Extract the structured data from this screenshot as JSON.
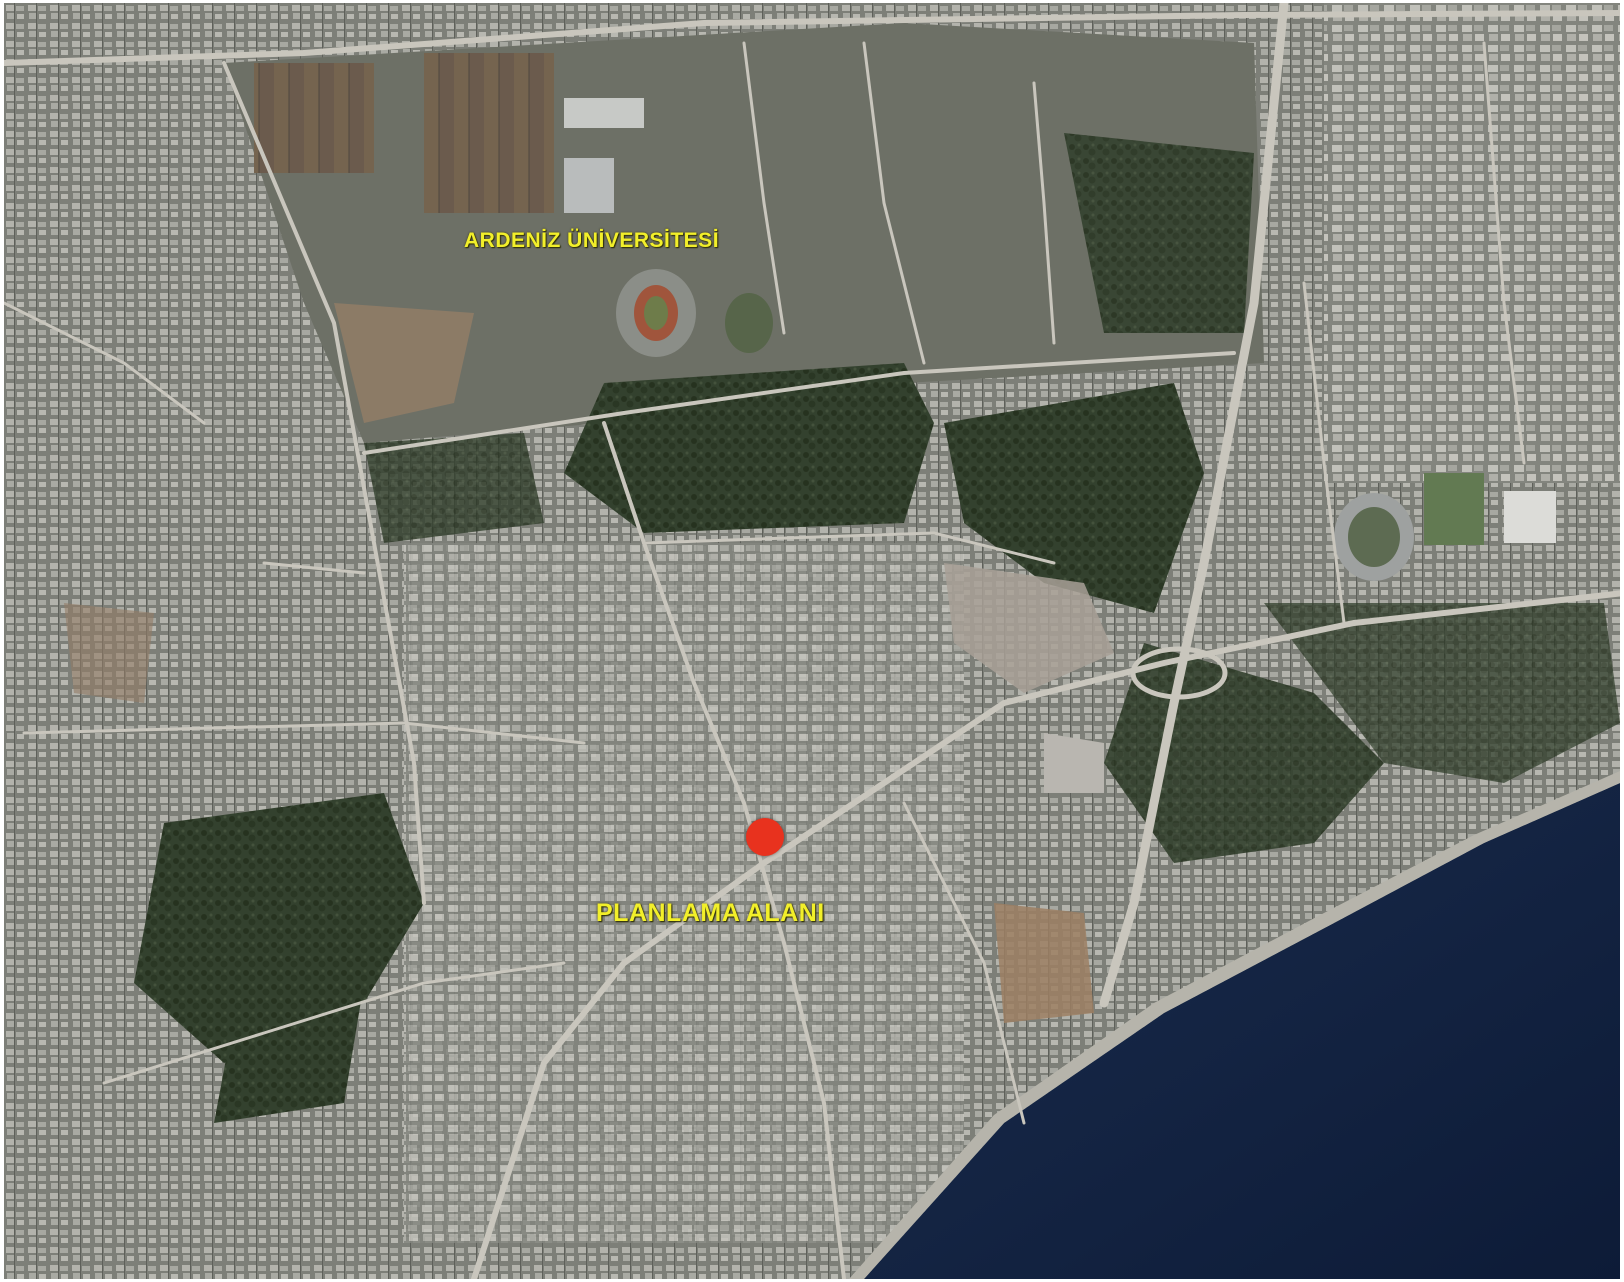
{
  "map": {
    "labels": {
      "university": "ARDENİZ ÜNİVERSİTESİ",
      "planning_area": "PLANLAMA ALANI"
    },
    "colors": {
      "label_text": "#f2ef2a",
      "site_marker": "#e8321e",
      "sea": "#0f2140",
      "vegetation": "#2f3d2a",
      "urban": "#8d8f88",
      "bare_ground": "#a2856a",
      "road": "#c9c6bd"
    },
    "icons": [
      "site-marker-dot"
    ]
  }
}
